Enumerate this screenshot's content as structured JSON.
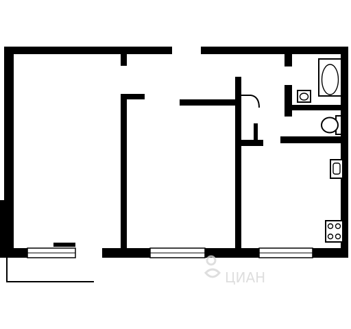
{
  "watermark": {
    "text": "ЦИАН"
  },
  "floor_plan": {
    "rooms": [
      {
        "name": "room-left"
      },
      {
        "name": "room-middle"
      },
      {
        "name": "hallway"
      },
      {
        "name": "kitchen"
      },
      {
        "name": "bathroom"
      },
      {
        "name": "toilet"
      }
    ],
    "fixtures": [
      "bathtub-icon",
      "washbasin-icon",
      "toilet-icon",
      "sink-icon",
      "stove-icon"
    ]
  }
}
